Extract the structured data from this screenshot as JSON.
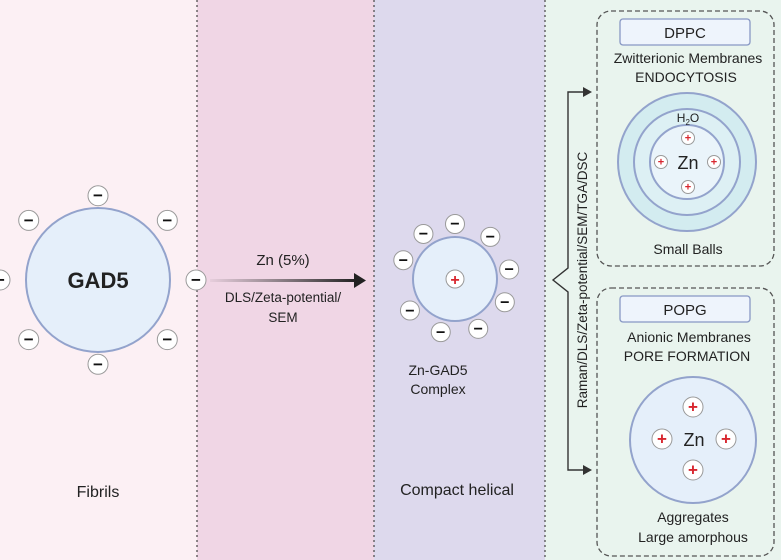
{
  "colors": {
    "panel1": "#fcf0f4",
    "panel2": "#f0d6e5",
    "panel3": "#ddd9ed",
    "panel4": "#e9f4ee",
    "circle_fill": "#e5effa",
    "circle_stroke": "#93a3cc",
    "charge_red": "#d8262e",
    "dpp_ring_outer": "#d3ecf0",
    "dpp_ring_mid": "#ddf0f4",
    "dpp_ring_inner": "#eaf4fa"
  },
  "panel1": {
    "gad_label": "GAD5",
    "bottom_label": "Fibrils",
    "charge_symbol": "−"
  },
  "panel2": {
    "arrow_top_label": "Zn (5%)",
    "arrow_bottom_line1": "DLS/Zeta-potential/",
    "arrow_bottom_line2": "SEM"
  },
  "panel3": {
    "complex_line1": "Zn-GAD5",
    "complex_line2": "Complex",
    "bottom_label": "Compact helical",
    "charge_symbol": "+"
  },
  "panel4": {
    "vertical_label": "Raman/DLS/Zeta-potential/SEM/TGA/DSC",
    "dppc": {
      "title": "DPPC",
      "line1": "Zwitterionic Membranes",
      "line2": "ENDOCYTOSIS",
      "h2o_main": "H",
      "h2o_sub": "2",
      "h2o_tail": "O",
      "zn": "Zn",
      "bottom": "Small Balls"
    },
    "popg": {
      "title": "POPG",
      "line1": "Anionic Membranes",
      "line2": "PORE FORMATION",
      "zn": "Zn",
      "bottom1": "Aggregates",
      "bottom2": "Large amorphous"
    }
  }
}
